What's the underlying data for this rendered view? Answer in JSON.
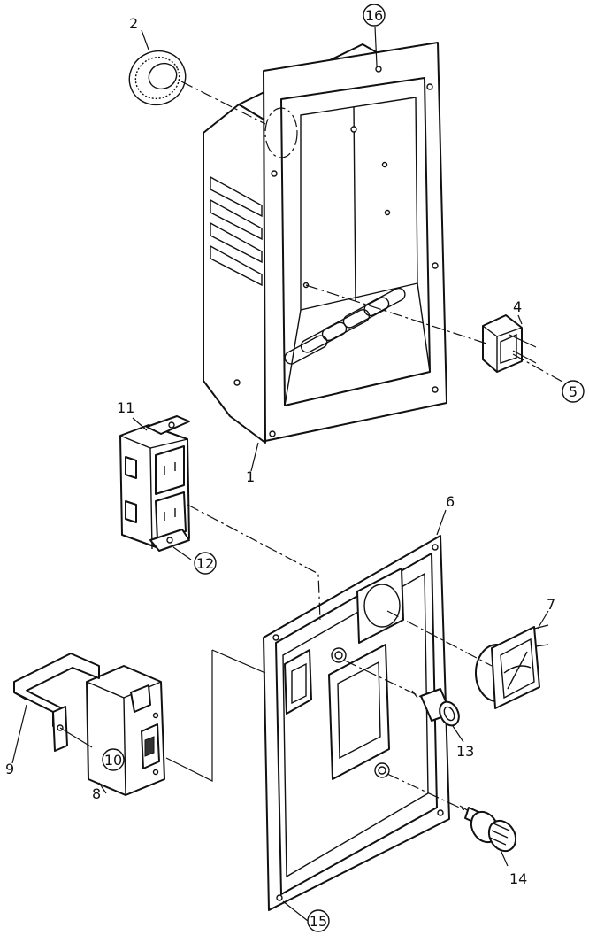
{
  "callouts": {
    "c1": "1",
    "c2": "2",
    "c4": "4",
    "c5": "5",
    "c6": "6",
    "c7": "7",
    "c8": "8",
    "c9": "9",
    "c10": "10",
    "c11": "11",
    "c12": "12",
    "c13": "13",
    "c14": "14",
    "c15": "15",
    "c16": "16"
  }
}
